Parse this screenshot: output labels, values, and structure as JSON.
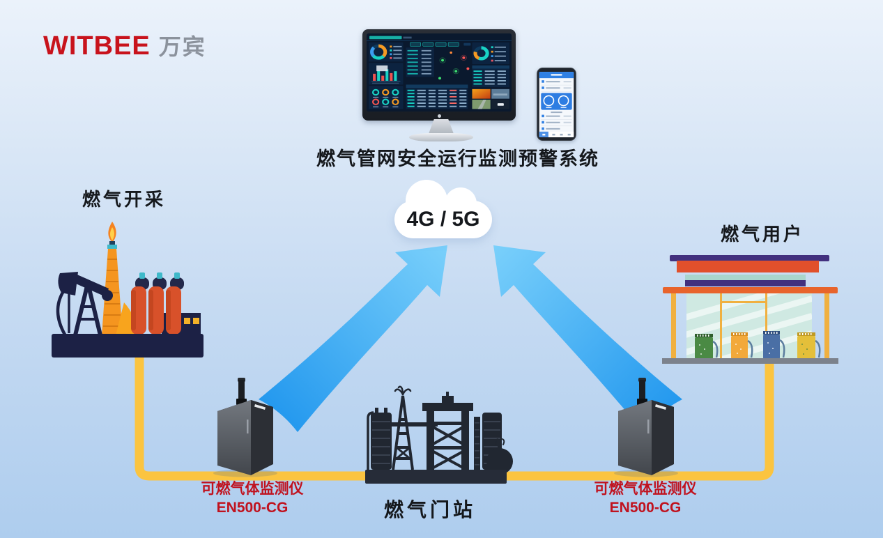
{
  "brand": {
    "name": "WITBEE",
    "suffix": "万宾"
  },
  "platform": {
    "caption": "燃气管网安全运行监测预警系统"
  },
  "cloud": {
    "label": "4G / 5G"
  },
  "sites": {
    "extraction": {
      "label": "燃气开采"
    },
    "gate": {
      "label": "燃气门站"
    },
    "users": {
      "label": "燃气用户"
    }
  },
  "devices": {
    "left": {
      "name": "可燃气体监测仪",
      "model": "EN500-CG"
    },
    "right": {
      "name": "可燃气体监测仪",
      "model": "EN500-CG"
    }
  },
  "colors": {
    "brand_red": "#c8131c",
    "brand_gray": "#8b929c",
    "label_black": "#15181c",
    "device_label_red": "#c0121e",
    "pipeline_yellow": "#fbc440",
    "arrow_deep_blue": "#1b93ed",
    "arrow_light_blue": "#7ad0fb",
    "background_top": "#ebf2fb",
    "background_bottom": "#aecdee"
  }
}
